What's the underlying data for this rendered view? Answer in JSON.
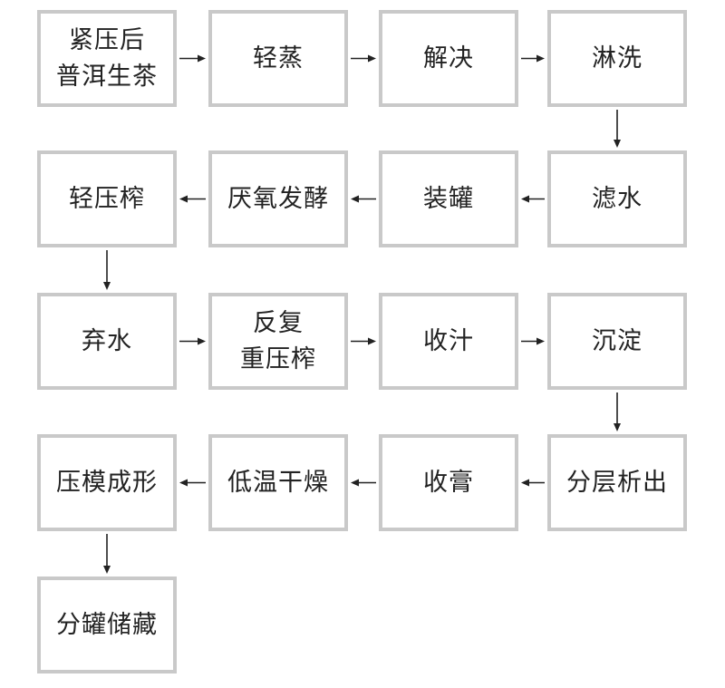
{
  "diagram": {
    "steps": [
      {
        "id": "s1",
        "label": "紧压后\n普洱生茶"
      },
      {
        "id": "s2",
        "label": "轻蒸"
      },
      {
        "id": "s3",
        "label": "解决"
      },
      {
        "id": "s4",
        "label": "淋洗"
      },
      {
        "id": "s5",
        "label": "滤水"
      },
      {
        "id": "s6",
        "label": "装罐"
      },
      {
        "id": "s7",
        "label": "厌氧发酵"
      },
      {
        "id": "s8",
        "label": "轻压榨"
      },
      {
        "id": "s9",
        "label": "弃水"
      },
      {
        "id": "s10",
        "label": "反复\n重压榨"
      },
      {
        "id": "s11",
        "label": "收汁"
      },
      {
        "id": "s12",
        "label": "沉淀"
      },
      {
        "id": "s13",
        "label": "分层析出"
      },
      {
        "id": "s14",
        "label": "收膏"
      },
      {
        "id": "s15",
        "label": "低温干燥"
      },
      {
        "id": "s16",
        "label": "压模成形"
      },
      {
        "id": "s17",
        "label": "分罐储藏"
      }
    ],
    "edges": [
      [
        "s1",
        "s2"
      ],
      [
        "s2",
        "s3"
      ],
      [
        "s3",
        "s4"
      ],
      [
        "s4",
        "s5"
      ],
      [
        "s5",
        "s6"
      ],
      [
        "s6",
        "s7"
      ],
      [
        "s7",
        "s8"
      ],
      [
        "s8",
        "s9"
      ],
      [
        "s9",
        "s10"
      ],
      [
        "s10",
        "s11"
      ],
      [
        "s11",
        "s12"
      ],
      [
        "s12",
        "s13"
      ],
      [
        "s13",
        "s14"
      ],
      [
        "s14",
        "s15"
      ],
      [
        "s15",
        "s16"
      ],
      [
        "s16",
        "s17"
      ]
    ],
    "colors": {
      "border": "#c9c9c9",
      "arrow": "#222222",
      "text": "#222222"
    }
  }
}
